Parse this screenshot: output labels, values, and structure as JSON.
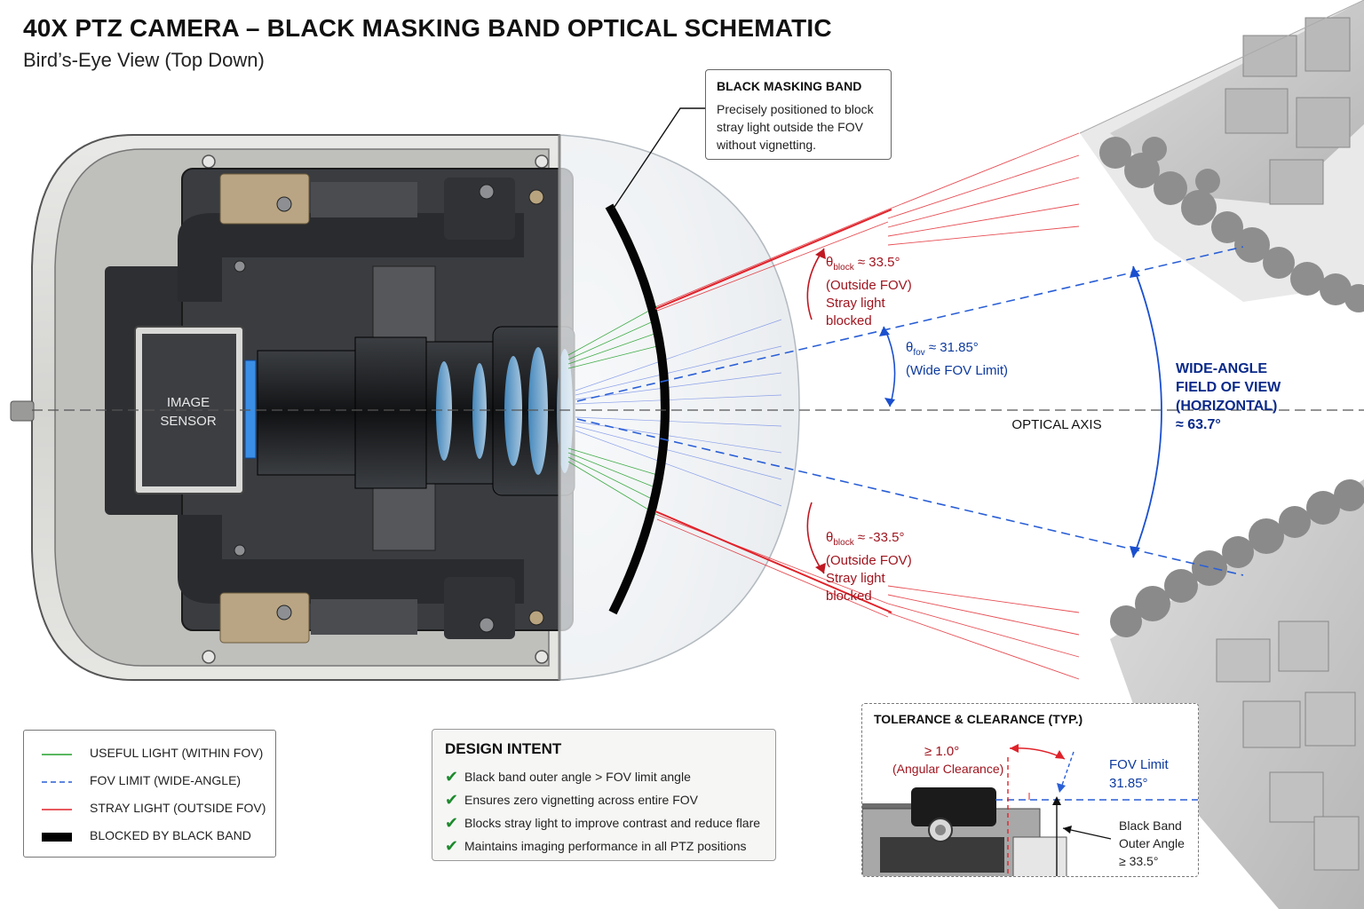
{
  "header": {
    "title": "40X PTZ CAMERA – BLACK MASKING BAND OPTICAL SCHEMATIC",
    "subtitle": "Bird’s-Eye View (Top Down)"
  },
  "callout": {
    "heading": "BLACK MASKING BAND",
    "lines": [
      "Precisely positioned to block",
      "stray light outside the FOV",
      "without vignetting."
    ]
  },
  "sensor": {
    "line1": "IMAGE",
    "line2": "SENSOR"
  },
  "optical_axis_label": "OPTICAL AXIS",
  "block_upper": {
    "symbol": "θ",
    "sub": "block",
    "value": "≈ 33.5°",
    "note1": "(Outside FOV)",
    "note2": "Stray light",
    "note3": "blocked"
  },
  "block_lower": {
    "symbol": "θ",
    "sub": "block",
    "value": "≈ -33.5°",
    "note1": "(Outside FOV)",
    "note2": "Stray light",
    "note3": "blocked"
  },
  "fov_limit": {
    "symbol": "θ",
    "sub": "fov",
    "value": "≈ 31.85°",
    "note": "(Wide FOV Limit)"
  },
  "wide_angle": {
    "line1": "WIDE-ANGLE",
    "line2": "FIELD OF VIEW",
    "line3": "(HORIZONTAL)",
    "line4": "≈ 63.7°"
  },
  "legend": {
    "items": [
      {
        "label": "USEFUL LIGHT (WITHIN FOV)",
        "color": "#22a02a",
        "style": "solid"
      },
      {
        "label": "FOV LIMIT (WIDE-ANGLE)",
        "color": "#2a5fd6",
        "style": "dashed"
      },
      {
        "label": "STRAY LIGHT (OUTSIDE FOV)",
        "color": "#e0222a",
        "style": "solid"
      },
      {
        "label": "BLOCKED BY BLACK BAND",
        "color": "#000000",
        "style": "bar"
      }
    ]
  },
  "design_intent": {
    "heading": "DESIGN INTENT",
    "items": [
      "Black band outer angle > FOV limit angle",
      "Ensures zero vignetting across entire FOV",
      "Blocks stray light to improve contrast and reduce flare",
      "Maintains imaging performance in all PTZ positions"
    ]
  },
  "tolerance": {
    "heading": "TOLERANCE & CLEARANCE (TYP.)",
    "clearance_value": "≥ 1.0°",
    "clearance_label": "(Angular Clearance)",
    "fov_line1": "FOV Limit",
    "fov_line2": "31.85°",
    "band_line1": "Black Band",
    "band_line2": "Outer Angle",
    "band_line3": "≥ 33.5°"
  },
  "colors": {
    "useful": "#22a02a",
    "fov": "#2a5fd6",
    "stray": "#e0222a",
    "band": "#000000",
    "label_red": "#a0141e",
    "label_blue": "#0d3a9e"
  }
}
